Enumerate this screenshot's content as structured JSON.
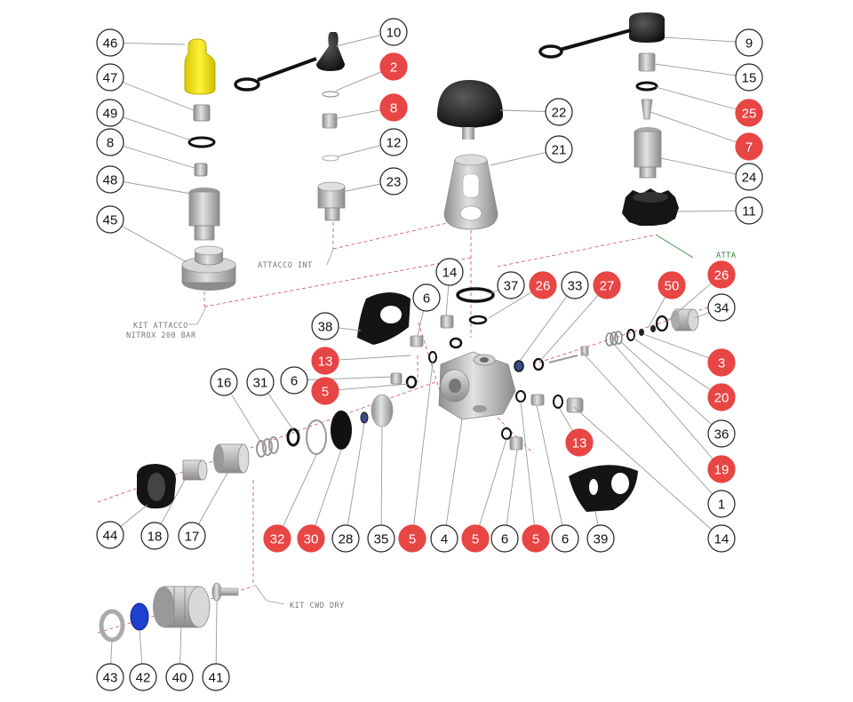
{
  "colors": {
    "highlight": "#e84545",
    "outline": "#222222",
    "leader": "#9a9a9a",
    "assembly_line": "#d04a6a",
    "part_dark": "#1c1c1c",
    "part_metal": "#b8b8b8",
    "part_yellow": "#f2e30f",
    "part_blue": "#1f3fd1",
    "note_arrow": "#2e8b3a"
  },
  "kits": {
    "nitrox_line1": "KIT ATTACCO",
    "nitrox_line2": "NITROX 200 BAR",
    "int": "ATTACCO INT",
    "cwd": "KIT CWD DRY",
    "atta": "ATTA"
  },
  "callouts": [
    {
      "label": "46",
      "highlight": false
    },
    {
      "label": "47",
      "highlight": false
    },
    {
      "label": "49",
      "highlight": false
    },
    {
      "label": "8",
      "highlight": false
    },
    {
      "label": "48",
      "highlight": false
    },
    {
      "label": "45",
      "highlight": false
    },
    {
      "label": "10",
      "highlight": false
    },
    {
      "label": "2",
      "highlight": true
    },
    {
      "label": "8",
      "highlight": true
    },
    {
      "label": "12",
      "highlight": false
    },
    {
      "label": "23",
      "highlight": false
    },
    {
      "label": "22",
      "highlight": false
    },
    {
      "label": "21",
      "highlight": false
    },
    {
      "label": "9",
      "highlight": false
    },
    {
      "label": "15",
      "highlight": false
    },
    {
      "label": "25",
      "highlight": true
    },
    {
      "label": "7",
      "highlight": true
    },
    {
      "label": "24",
      "highlight": false
    },
    {
      "label": "11",
      "highlight": false
    },
    {
      "label": "14",
      "highlight": false
    },
    {
      "label": "37",
      "highlight": false
    },
    {
      "label": "26",
      "highlight": true
    },
    {
      "label": "33",
      "highlight": false
    },
    {
      "label": "27",
      "highlight": true
    },
    {
      "label": "50",
      "highlight": true
    },
    {
      "label": "26",
      "highlight": true
    },
    {
      "label": "34",
      "highlight": false
    },
    {
      "label": "6",
      "highlight": false
    },
    {
      "label": "38",
      "highlight": false
    },
    {
      "label": "13",
      "highlight": true
    },
    {
      "label": "6",
      "highlight": false
    },
    {
      "label": "5",
      "highlight": true
    },
    {
      "label": "16",
      "highlight": false
    },
    {
      "label": "31",
      "highlight": false
    },
    {
      "label": "3",
      "highlight": true
    },
    {
      "label": "20",
      "highlight": true
    },
    {
      "label": "36",
      "highlight": false
    },
    {
      "label": "13",
      "highlight": true
    },
    {
      "label": "19",
      "highlight": true
    },
    {
      "label": "1",
      "highlight": false
    },
    {
      "label": "14",
      "highlight": false
    },
    {
      "label": "44",
      "highlight": false
    },
    {
      "label": "18",
      "highlight": false
    },
    {
      "label": "17",
      "highlight": false
    },
    {
      "label": "32",
      "highlight": true
    },
    {
      "label": "30",
      "highlight": true
    },
    {
      "label": "28",
      "highlight": false
    },
    {
      "label": "35",
      "highlight": false
    },
    {
      "label": "5",
      "highlight": true
    },
    {
      "label": "4",
      "highlight": false
    },
    {
      "label": "5",
      "highlight": true
    },
    {
      "label": "6",
      "highlight": false
    },
    {
      "label": "5",
      "highlight": true
    },
    {
      "label": "6",
      "highlight": false
    },
    {
      "label": "39",
      "highlight": false
    },
    {
      "label": "43",
      "highlight": false
    },
    {
      "label": "42",
      "highlight": false
    },
    {
      "label": "40",
      "highlight": false
    },
    {
      "label": "41",
      "highlight": false
    }
  ]
}
